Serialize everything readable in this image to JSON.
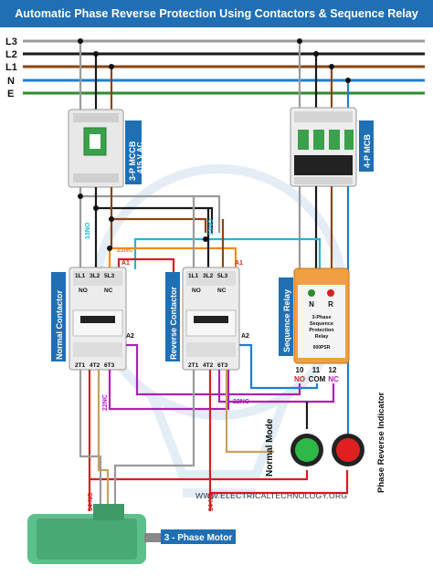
{
  "title": "Automatic Phase Reverse Protection Using Contactors & Sequence Relay",
  "lines": [
    {
      "label": "L3",
      "color": "#9a9a9a"
    },
    {
      "label": "L2",
      "color": "#1a1a1a"
    },
    {
      "label": "L1",
      "color": "#8b4513"
    },
    {
      "label": "N",
      "color": "#1f7fd0"
    },
    {
      "label": "E",
      "color": "#2e8b2e"
    }
  ],
  "mccb": {
    "label": "3-P MCCB",
    "rating": "415 V AC"
  },
  "mcb": {
    "label": "4-P MCB"
  },
  "normal_contactor": {
    "label": "Normal Contactor",
    "top_terminals": [
      "1L1",
      "3L2",
      "5L3"
    ],
    "aux_top": [
      "13",
      "NO",
      "21",
      "NC"
    ],
    "bottom_terminals": [
      "2T1",
      "4T2",
      "6T3"
    ],
    "aux_bottom": [
      "14",
      "NO",
      "22",
      "NC"
    ],
    "a1": "A1",
    "a2": "A2"
  },
  "reverse_contactor": {
    "label": "Reverse Contactor",
    "top_terminals": [
      "1L1",
      "3L2",
      "5L3"
    ],
    "aux_top": [
      "13",
      "NO",
      "21",
      "NC"
    ],
    "bottom_terminals": [
      "2T1",
      "4T2",
      "6T3"
    ],
    "aux_bottom": [
      "14",
      "NO",
      "22",
      "NC"
    ],
    "a1": "A1",
    "a2": "A2"
  },
  "sequence_relay": {
    "label": "Sequence Relay",
    "n": "N",
    "r": "R",
    "text1": "3-Phase",
    "text2": "Sequence",
    "text3": "Protection",
    "text4": "Relay",
    "model": "600PSR",
    "t10": "10",
    "t11": "11",
    "t12": "12",
    "no": "NO",
    "com": "COM",
    "nc": "NC"
  },
  "wire_labels": {
    "no13_left": "13NO",
    "nc21_left": "21NC",
    "a1_left": "A1",
    "no13_right": "13NO",
    "a1_right": "A1",
    "a2_left": "A2",
    "a2_right": "A2",
    "nc22_left": "22NC",
    "nc22_right": "22NC",
    "no14_left": "14-NO",
    "no14_right": "14-NO"
  },
  "indicators": {
    "normal": "Normal Mode",
    "reverse": "Phase Reverse Indicator",
    "normal_color": "#2fb84a",
    "reverse_color": "#e02020"
  },
  "motor": {
    "label": "3 - Phase Motor"
  },
  "credit": "WWW.ELECTRICALTECHNOLOGY.ORG",
  "colors": {
    "accent": "#1f6fb5",
    "label_bg": "#1f6fb5"
  }
}
